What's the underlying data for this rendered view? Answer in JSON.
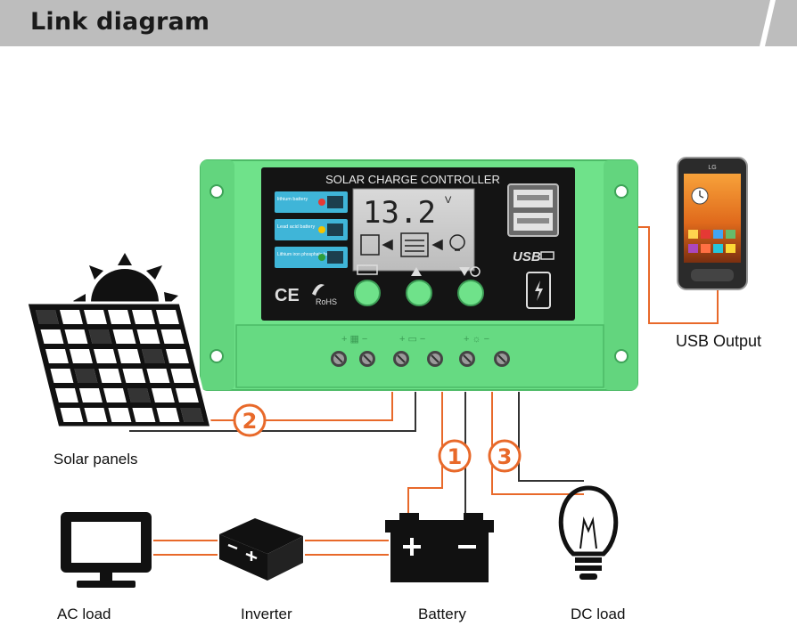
{
  "header": {
    "title": "Link diagram"
  },
  "controller": {
    "panel_title": "SOLAR CHARGE CONTROLLER",
    "voltage_value": "13.2",
    "voltage_unit": "V",
    "battery_types": [
      {
        "label": "lithium battery",
        "dot_color": "#e53935"
      },
      {
        "label": "Lead acid battery",
        "dot_color": "#f5c400"
      },
      {
        "label": "Lithium iron phosphate battery",
        "dot_color": "#2e9e3a"
      }
    ],
    "usb_label": "USB",
    "cert_ce": "CE",
    "cert_rohs": "RoHS",
    "body_color": "#6fe28a"
  },
  "connections": [
    {
      "number": "1",
      "target": "Battery"
    },
    {
      "number": "2",
      "target": "Solar panels"
    },
    {
      "number": "3",
      "target": "DC load"
    }
  ],
  "accent_color": "#e8692a",
  "labels": {
    "usb_output": "USB Output",
    "solar_panels": "Solar panels",
    "ac_load": "AC load",
    "inverter": "Inverter",
    "battery": "Battery",
    "dc_load": "DC load"
  },
  "phone": {
    "brand": "LG"
  }
}
